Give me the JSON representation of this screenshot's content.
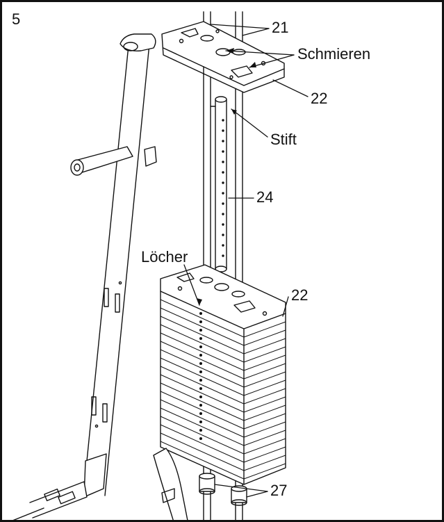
{
  "step_number": "5",
  "labels": {
    "part_21": "21",
    "lubricate": "Schmieren",
    "part_22_top": "22",
    "pin": "Stift",
    "part_24": "24",
    "holes": "Löcher",
    "part_22_stack": "22",
    "part_27": "27"
  },
  "colors": {
    "line": "#111111",
    "paper": "#ffffff",
    "shade": "#d6d6d6"
  }
}
